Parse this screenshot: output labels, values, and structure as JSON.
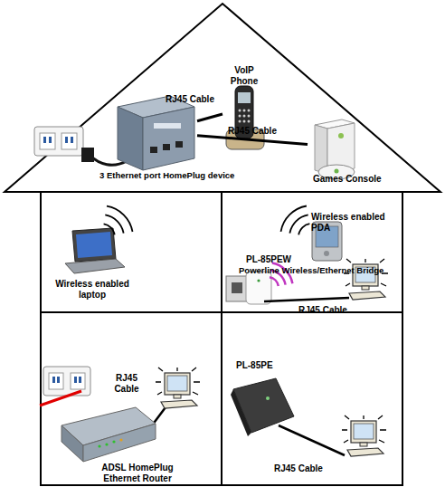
{
  "diagram": {
    "nodes": [
      {
        "text": [
          "VoIP Phone"
        ]
      },
      {
        "text": [
          "3 Ethernet port HomePlug device"
        ]
      },
      {
        "text": [
          "Games Console"
        ]
      },
      {
        "text": [
          "Wireless enabled laptop"
        ]
      },
      {
        "text": [
          "Wireless enabled PDA"
        ]
      },
      {
        "text": [
          "PL-85PEW",
          "Powerline Wireless/Ethernet Bridge"
        ]
      },
      {
        "text": [
          "ADSL HomePlug Ethernet Router"
        ]
      },
      {
        "text": [
          "PL-85PE"
        ]
      }
    ],
    "edges": [
      {
        "from": 1,
        "to": 0,
        "arrow": "none",
        "label": "RJ45 Cable"
      },
      {
        "from": 1,
        "to": 2,
        "arrow": "none",
        "label": "RJ45 Cable"
      }
    ],
    "labels": [
      "RJ45 Cable",
      "RJ45 Cable",
      "RJ45 Cable"
    ]
  }
}
